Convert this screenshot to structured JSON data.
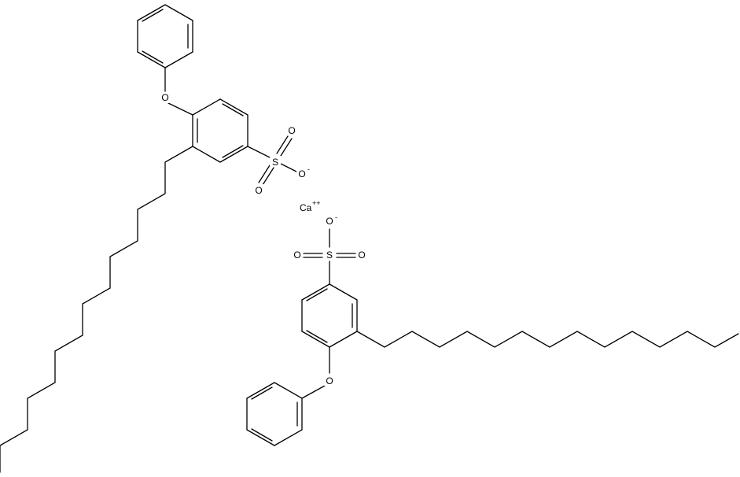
{
  "molecule": {
    "atoms": {
      "o_ether_top": "O",
      "s_top": "S",
      "o_top_1": "O",
      "o_top_2": "O",
      "o_top_3": "O",
      "o_top_3_charge": "-",
      "calcium": "Ca",
      "calcium_charge": "++",
      "s_bottom": "S",
      "o_bottom_1": "O",
      "o_bottom_1_charge": "-",
      "o_bottom_2": "O",
      "o_bottom_3": "O",
      "o_ether_bottom": "O"
    }
  }
}
